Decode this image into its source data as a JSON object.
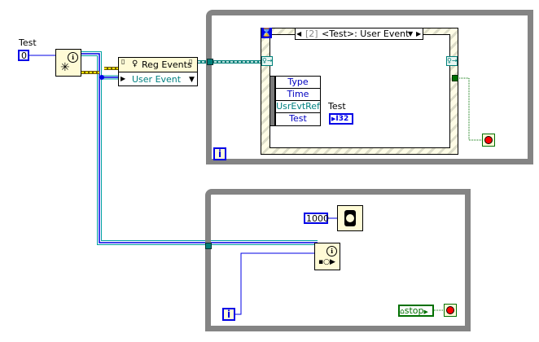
{
  "diagram": {
    "control": {
      "label": "Test",
      "value": "0"
    },
    "create_user_event": {
      "name": "create-user-event"
    },
    "register_events": {
      "title": "Reg Events",
      "event_source": "User Event"
    },
    "event_structure": {
      "case_index": "[2]",
      "case_name": "<Test>: User Event",
      "event_data": [
        "Type",
        "Time",
        "UsrEvtRef",
        "Test"
      ],
      "indicator": {
        "label": "Test",
        "type": "I32"
      }
    },
    "wait_timer": {
      "value": "1000"
    },
    "generate_user_event": {
      "name": "generate-user-event"
    },
    "stop_control": {
      "label": "stop"
    },
    "loop_iteration_label": "i"
  },
  "colors": {
    "loop_frame": "#848484",
    "numeric_wire": "#0000e6",
    "refnum_wire": "#00807a",
    "error_wire": "#c8b400",
    "boolean_wire": "#007000"
  }
}
